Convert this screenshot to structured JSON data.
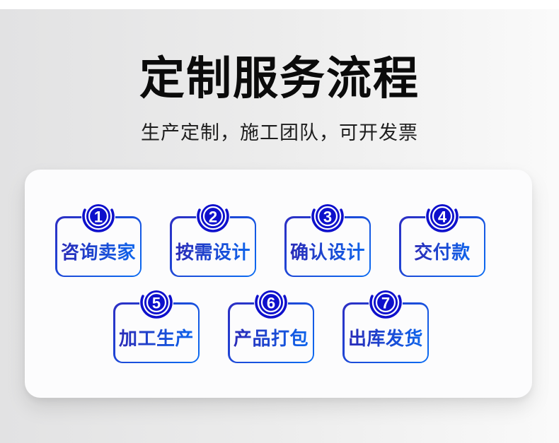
{
  "page": {
    "title": "定制服务流程",
    "subtitle": "生产定制，施工团队，可开发票"
  },
  "steps": [
    {
      "number": "1",
      "label": "咨询卖家"
    },
    {
      "number": "2",
      "label": "按需设计"
    },
    {
      "number": "3",
      "label": "确认设计"
    },
    {
      "number": "4",
      "label": "交付款"
    },
    {
      "number": "5",
      "label": "加工生产"
    },
    {
      "number": "6",
      "label": "产品打包"
    },
    {
      "number": "7",
      "label": "出库发货"
    }
  ],
  "colors": {
    "top_strip": "#ffffff",
    "bg_left": "#e2e2e3",
    "bg_mid": "#ececec",
    "bg_right": "#fafafa",
    "card_bg": "#fcfcfd",
    "title_color": "#0b0b0b",
    "subtitle_color": "#1e1e1e",
    "badge_blue": "#0e10cc",
    "border_blue_start": "#2d2ec3",
    "border_blue_end": "#0a6cf2",
    "text_blue_start": "#2a2bb8",
    "text_blue_end": "#0d64ec"
  }
}
